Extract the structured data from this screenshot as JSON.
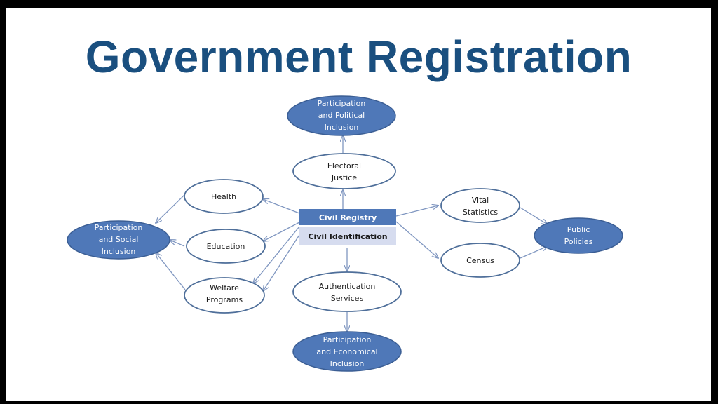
{
  "title": "Government Registration",
  "colors": {
    "title": "#1a4f7f",
    "filled_node": "#4f78b8",
    "filled_border": "#3b5e94",
    "outline_node_border": "#4f6f9a",
    "civil_registry_bg": "#4f78b8",
    "civil_identification_bg": "#d6dcef",
    "arrow": "#7f96c0"
  },
  "nodes": {
    "political_inclusion": [
      "Participation",
      "and Political",
      "Inclusion"
    ],
    "electoral_justice": [
      "Electoral",
      "Justice"
    ],
    "health": [
      "Health"
    ],
    "education": [
      "Education"
    ],
    "welfare_programs": [
      "Welfare",
      "Programs"
    ],
    "social_inclusion": [
      "Participation",
      "and Social",
      "Inclusion"
    ],
    "civil_registry": "Civil Registry",
    "civil_identification": "Civil Identification",
    "authentication_services": [
      "Authentication",
      "Services"
    ],
    "economical_inclusion": [
      "Participation",
      "and Economical",
      "Inclusion"
    ],
    "vital_statistics": [
      "Vital",
      "Statistics"
    ],
    "census": [
      "Census"
    ],
    "public_policies": [
      "Public",
      "Policies"
    ]
  }
}
